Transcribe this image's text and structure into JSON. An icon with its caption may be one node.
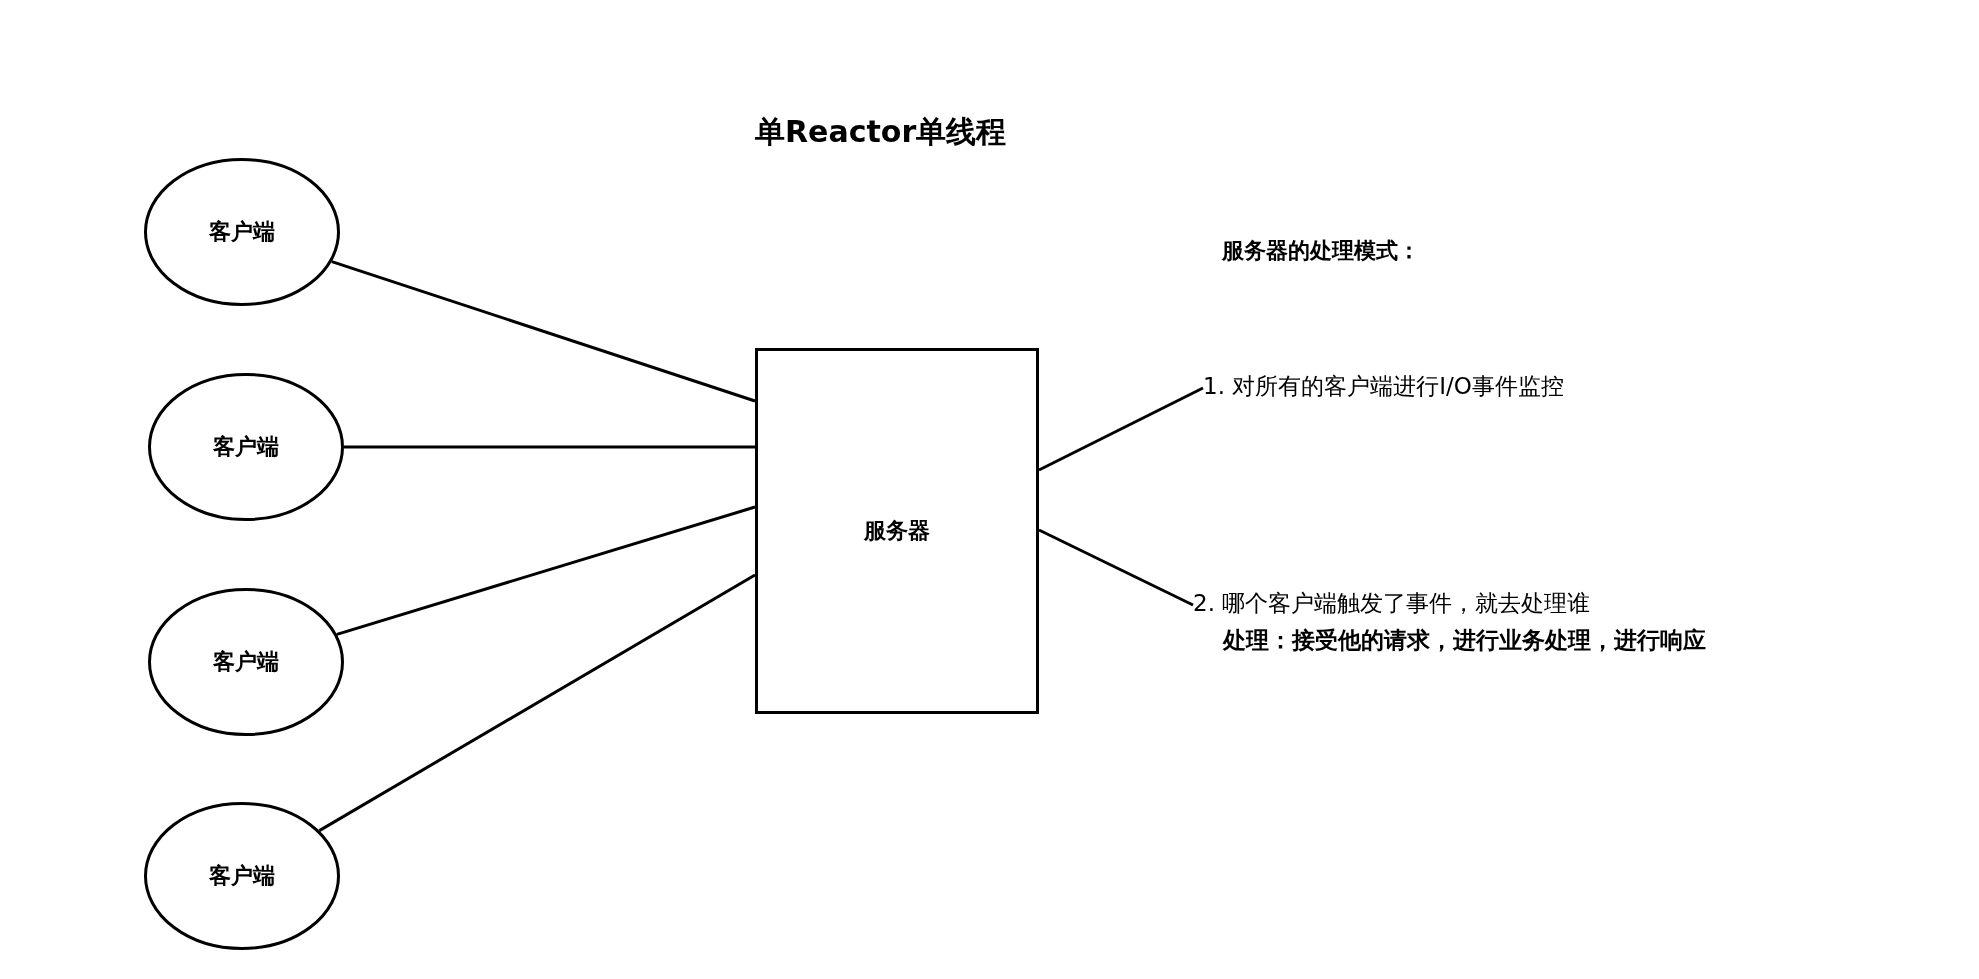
{
  "diagram": {
    "title": "单Reactor单线程",
    "nodes": [
      {
        "text": [
          "客户端"
        ]
      },
      {
        "text": [
          "客户端"
        ]
      },
      {
        "text": [
          "客户端"
        ]
      },
      {
        "text": [
          "客户端"
        ]
      },
      {
        "text": [
          "服务器"
        ]
      },
      {
        "text": [
          "1. 对所有的客户端进行I/O事件监控"
        ]
      },
      {
        "text": [
          "2. 哪个客户端触发了事件，就去处理谁",
          "处理：接受他的请求，进行业务处理，进行响应"
        ]
      }
    ],
    "edges": [
      {
        "from": 0,
        "to": 4,
        "arrow": "none"
      },
      {
        "from": 1,
        "to": 4,
        "arrow": "none"
      },
      {
        "from": 2,
        "to": 4,
        "arrow": "none"
      },
      {
        "from": 3,
        "to": 4,
        "arrow": "none"
      },
      {
        "from": 4,
        "to": 5,
        "arrow": "none"
      },
      {
        "from": 4,
        "to": 6,
        "arrow": "none"
      }
    ],
    "labels": [
      "服务器的处理模式："
    ]
  }
}
